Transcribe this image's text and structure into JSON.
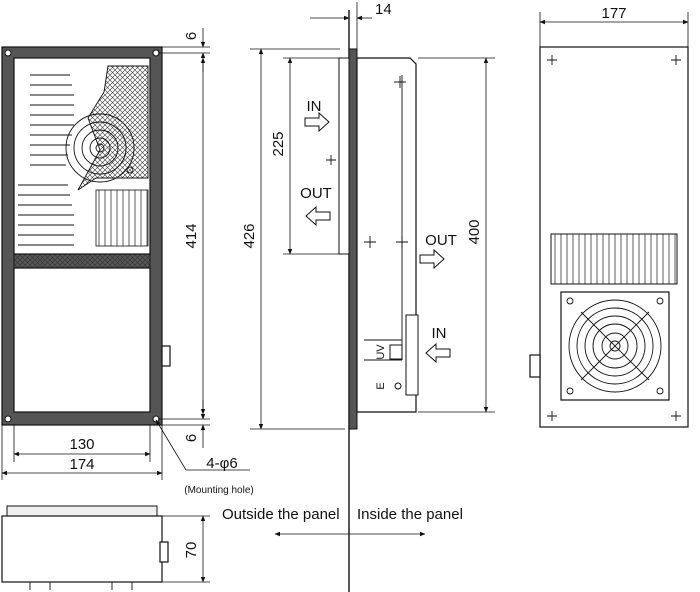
{
  "dimensions": {
    "top_clearance": "6",
    "bottom_clearance": "6",
    "front_height": "414",
    "side_height": "426",
    "upper_port_span": "225",
    "lower_span": "400",
    "flange_depth": "14",
    "rear_width": "177",
    "hole_spacing": "130",
    "front_width": "174",
    "bottom_depth": "70"
  },
  "notes": {
    "mounting_holes": "4-φ6",
    "mounting_hole_caption": "(Mounting hole)",
    "outside_panel": "Outside the panel",
    "inside_panel": "Inside the panel"
  },
  "airflow": {
    "in_outside": "IN",
    "out_outside": "OUT",
    "out_inside": "OUT",
    "in_inside": "IN"
  },
  "side_labels": {
    "uv": "UV",
    "earth": "E"
  }
}
